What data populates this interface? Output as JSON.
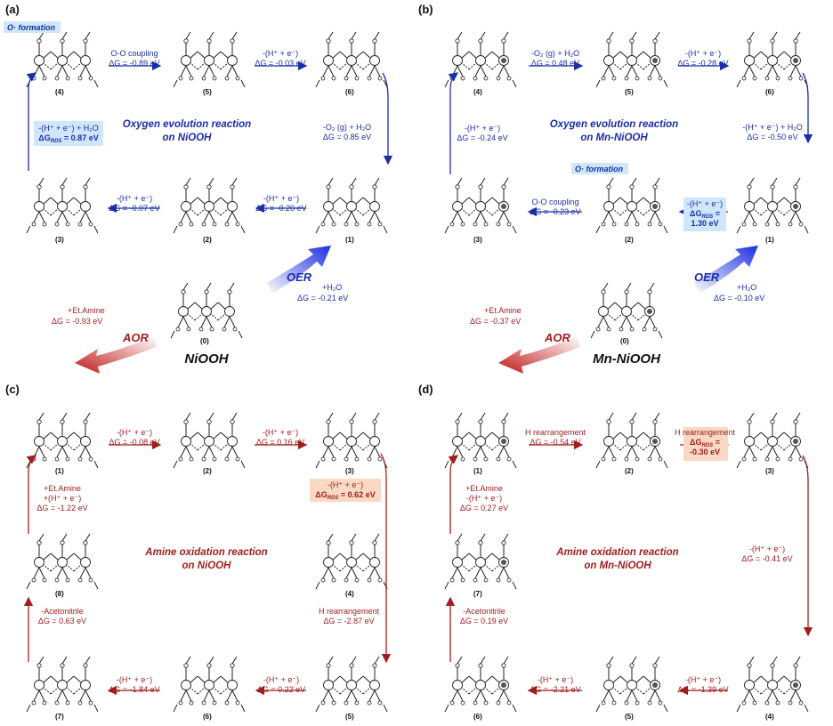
{
  "colors": {
    "oer": "#1a2ea8",
    "aor": "#a11d1d",
    "text": "#111111",
    "rds_blue": "#cfe6fb",
    "rds_red": "#f9d9c4"
  },
  "center": {
    "left": {
      "title": "NiOOH",
      "oer_word": "OER",
      "aor_word": "AOR",
      "oer_step": "+H₂O",
      "oer_dg": "ΔG = -0.21 eV",
      "aor_step": "+Et.Amine",
      "aor_dg": "ΔG = -0.93 eV",
      "label": "(0)"
    },
    "right": {
      "title": "Mn-NiOOH",
      "oer_word": "OER",
      "aor_word": "AOR",
      "oer_step": "+H₂O",
      "oer_dg": "ΔG = -0.10 eV",
      "aor_step": "+Et.Amine",
      "aor_dg": "ΔG = -0.37 eV",
      "label": "(0)"
    }
  },
  "panels": [
    {
      "id": "a",
      "label": "(a)",
      "kind": "oer",
      "caption_lines": [
        "Oxygen evolution reaction",
        "on NiOOH"
      ],
      "note": "O· formation",
      "mol_labels": [
        "(4)",
        "(5)",
        "(6)",
        "(3)",
        "(2)",
        "(1)"
      ],
      "steps": [
        {
          "lines": [
            "O-O coupling",
            "ΔG = -0.89 eV"
          ]
        },
        {
          "lines": [
            "-(H⁺ + e⁻)",
            "ΔG = -0.03 eV"
          ]
        },
        {
          "lines": [
            "-O₂ (g) + H₂O",
            "ΔG = 0.85 eV"
          ]
        },
        {
          "lines": [
            "-(H⁺ + e⁻)",
            "ΔG = -0.20 eV"
          ]
        },
        {
          "lines": [
            "-(H⁺ + e⁻)",
            "ΔG = -0.07 eV"
          ]
        },
        {
          "lines": [
            "-(H⁺ + e⁻) + H₂O",
            "ΔG_RDS = 0.87 eV"
          ]
        }
      ]
    },
    {
      "id": "b",
      "label": "(b)",
      "kind": "oer",
      "caption_lines": [
        "Oxygen evolution reaction",
        "on Mn-NiOOH"
      ],
      "note": "O· formation",
      "mol_labels": [
        "(4)",
        "(5)",
        "(6)",
        "(3)",
        "(2)",
        "(1)"
      ],
      "steps": [
        {
          "lines": [
            "-O₂ (g) + H₂O",
            "ΔG = 0.48 eV"
          ]
        },
        {
          "lines": [
            "-(H⁺ + e⁻)",
            "ΔG = -0.28 eV"
          ]
        },
        {
          "lines": [
            "-(H⁺ + e⁻) + H₂O",
            "ΔG = -0.50 eV"
          ]
        },
        {
          "lines": [
            "-(H⁺ + e⁻)",
            "ΔG_RDS =",
            "1.30 eV"
          ]
        },
        {
          "lines": [
            "O-O coupling",
            "ΔG = -0.23 eV"
          ]
        },
        {
          "lines": [
            "-(H⁺ + e⁻)",
            "ΔG = -0.24 eV"
          ]
        }
      ]
    },
    {
      "id": "c",
      "label": "(c)",
      "kind": "aor",
      "caption_lines": [
        "Amine oxidation reaction",
        "on NiOOH"
      ],
      "mol_labels": [
        "(1)",
        "(2)",
        "(3)",
        "(8)",
        "(4)",
        "(7)",
        "(6)",
        "(5)"
      ],
      "steps": [
        {
          "lines": [
            "-(H⁺ + e⁻)",
            "ΔG = -0.08 eV"
          ]
        },
        {
          "lines": [
            "-(H⁺ + e⁻)",
            "ΔG = 0.16 eV"
          ]
        },
        {
          "lines": [
            "-(H⁺ + e⁻)",
            "ΔG_RDS = 0.62 eV"
          ]
        },
        {
          "lines": [
            "H rearrangement",
            "ΔG = -2.87 eV"
          ]
        },
        {
          "lines": [
            "-(H⁺ + e⁻)",
            "ΔG = 0.22 eV"
          ]
        },
        {
          "lines": [
            "-(H⁺ + e⁻)",
            "ΔG = -1.84 eV"
          ]
        },
        {
          "lines": [
            "-Acetonitrile",
            "ΔG = 0.63 eV"
          ]
        },
        {
          "lines": [
            "+Et.Amine",
            "+(H⁺ + e⁻)",
            "ΔG = -1.22 eV"
          ]
        }
      ]
    },
    {
      "id": "d",
      "label": "(d)",
      "kind": "aor",
      "caption_lines": [
        "Amine oxidation reaction",
        "on Mn-NiOOH"
      ],
      "mol_labels": [
        "(1)",
        "(2)",
        "(3)",
        "(7)",
        "(6)",
        "(5)",
        "(4)"
      ],
      "steps": [
        {
          "lines": [
            "H rearrangement",
            "ΔG = -0.54 eV"
          ]
        },
        {
          "lines": [
            "H rearrangement",
            "ΔG_RDS =",
            "-0.30 eV"
          ]
        },
        {
          "lines": [
            "-(H⁺ + e⁻)",
            "ΔG = -0.41 eV"
          ]
        },
        {
          "lines": [
            "-(H⁺ + e⁻)",
            "ΔG = -1.39 eV"
          ]
        },
        {
          "lines": [
            "-(H⁺ + e⁻)",
            "ΔG = -2.21 eV"
          ]
        },
        {
          "lines": [
            "-Acetonitrile",
            "ΔG = 0.19 eV"
          ]
        },
        {
          "lines": [
            "+Et.Amine",
            "-(H⁺ + e⁻)",
            "ΔG = 0.27 eV"
          ]
        }
      ]
    }
  ]
}
